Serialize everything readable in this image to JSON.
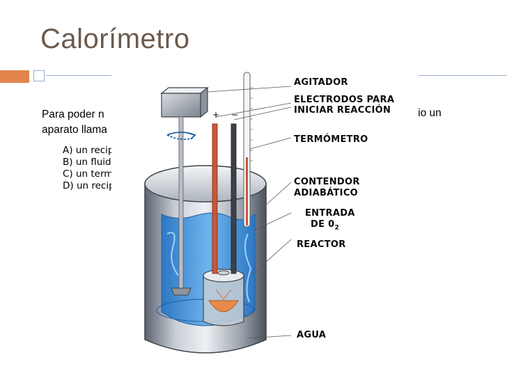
{
  "title": "Calorímetro",
  "paragraph": {
    "line1_left": "Para poder n",
    "line1_right": "esario un",
    "line2_left": "aparato llama"
  },
  "list": [
    "A)  un recip",
    "B)  un fluid",
    "C)  un term",
    "D)  un recip"
  ],
  "labels": {
    "agitador": "AGITADOR",
    "electrodos_1": "ELECTRODOS PARA",
    "electrodos_2": "INICIAR REACCIÓN",
    "termometro": "TERMÓMETRO",
    "contendor_1": "CONTENDOR",
    "contendor_2": "ADIABÁTICO",
    "entrada_1": "ENTRADA",
    "entrada_2": "DE 0",
    "entrada_sub": "2",
    "reactor": "REACTOR",
    "agua": "AGUA"
  },
  "electrode_signs": {
    "plus": "+",
    "minus": "−"
  },
  "colors": {
    "title": "#6b5a4c",
    "accent": "#e0844b",
    "rule": "#9bb0c8",
    "water": "#3a8fd6",
    "copper": "#c8573a"
  }
}
